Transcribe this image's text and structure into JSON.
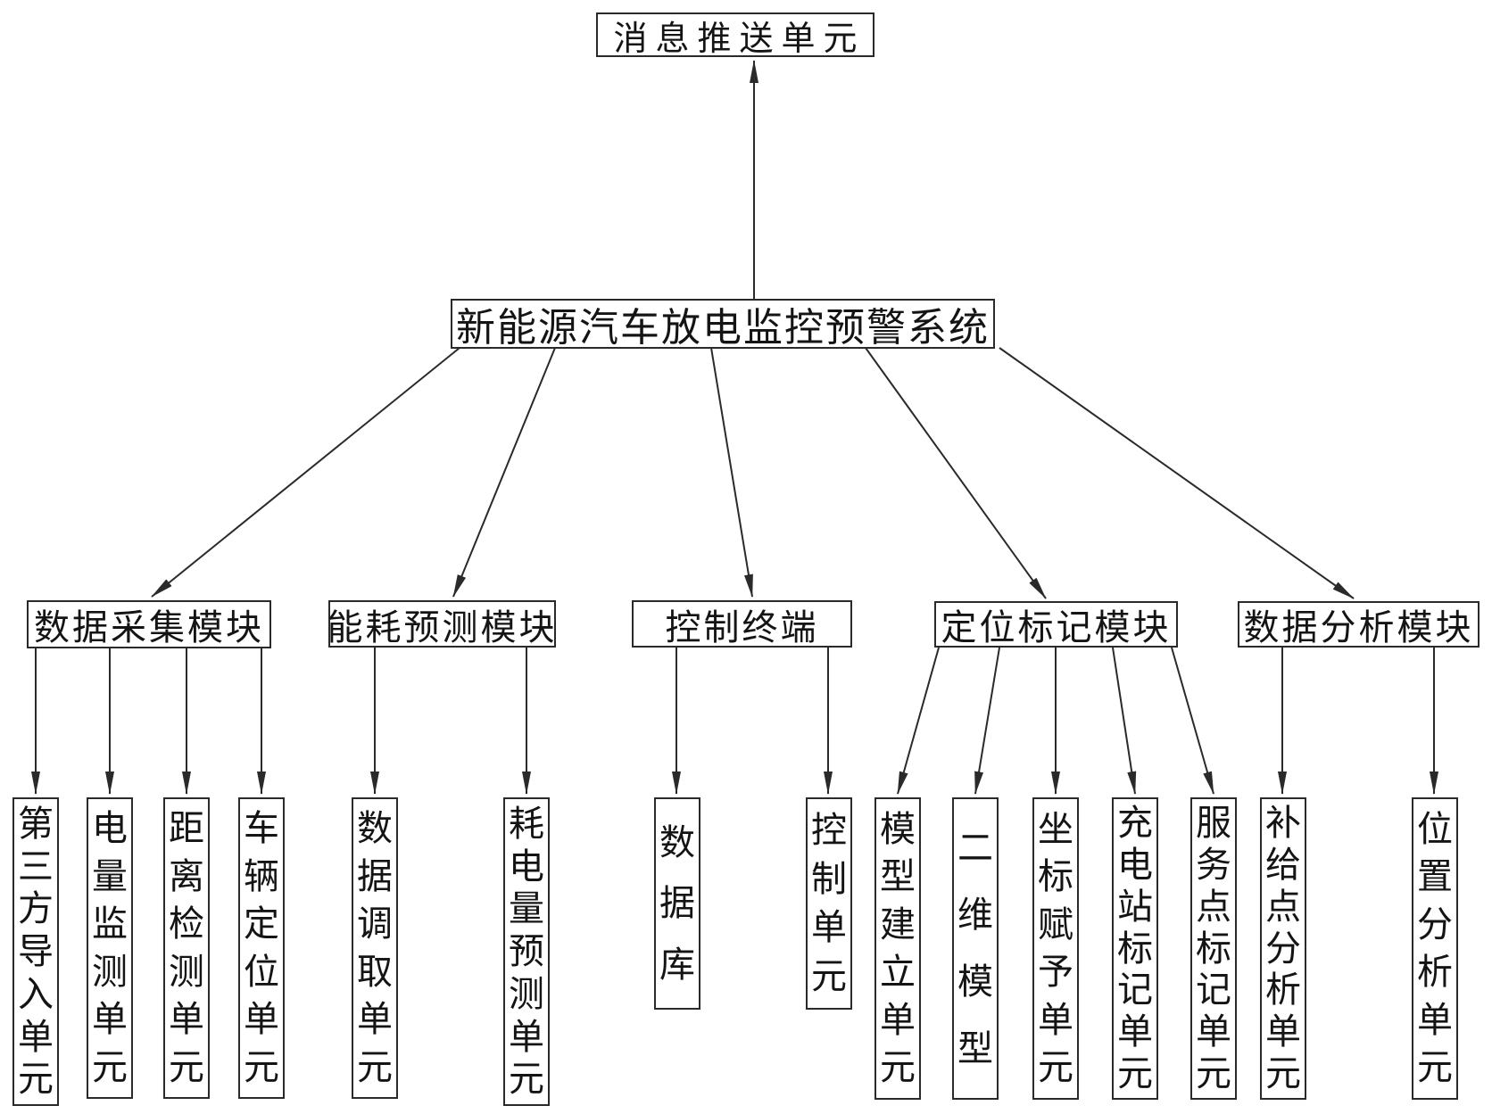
{
  "diagram": {
    "message_unit": "消息推送单元",
    "root": "新能源汽车放电监控预警系统",
    "modules": [
      {
        "label": "数据采集模块",
        "children": [
          "第三方导入单元",
          "电量监测单元",
          "距离检测单元",
          "车辆定位单元"
        ]
      },
      {
        "label": "能耗预测模块",
        "children": [
          "数据调取单元",
          "耗电量预测单元"
        ]
      },
      {
        "label": "控制终端",
        "children": [
          "数据库",
          "控制单元"
        ]
      },
      {
        "label": "定位标记模块",
        "children": [
          "模型建立单元",
          "二维模型",
          "坐标赋予单元",
          "充电站标记单元",
          "服务点标记单元"
        ]
      },
      {
        "label": "数据分析模块",
        "children": [
          "补给点分析单元",
          "位置分析单元"
        ]
      }
    ],
    "line_color": "#2a2a2a"
  }
}
